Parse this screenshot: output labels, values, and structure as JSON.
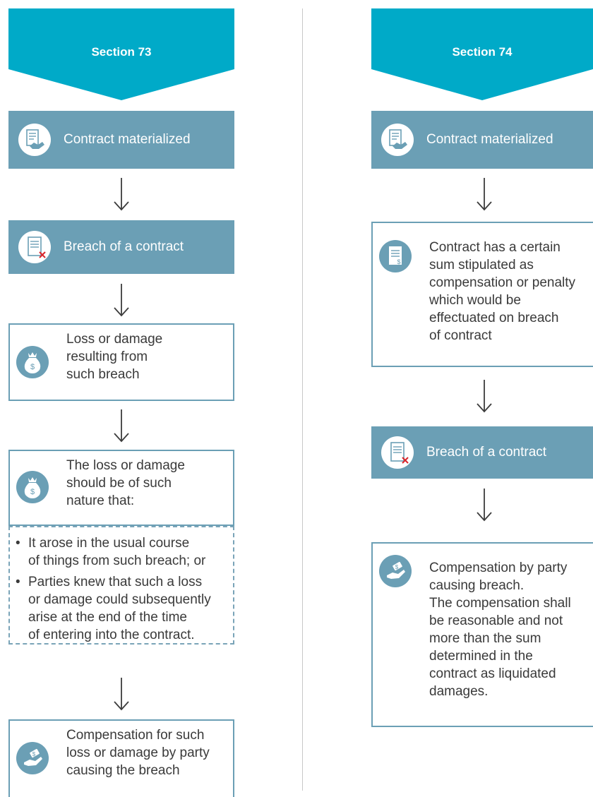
{
  "colors": {
    "chevron": "#00aac8",
    "bar": "#6b9fb5",
    "box_border": "#6b9fb5",
    "arrow": "#3c3c3c",
    "divider": "#c8c8c8"
  },
  "left": {
    "header": "Section 73",
    "steps": [
      {
        "text": "Contract materialized",
        "icon": "handshake-contract-icon"
      },
      {
        "text": "Breach of a contract",
        "icon": "document-cross-icon"
      },
      {
        "text": [
          "Loss or damage",
          "resulting from",
          "such breach"
        ],
        "icon": "money-bag-icon"
      },
      {
        "text": [
          "The loss or damage",
          "should be of such",
          "nature that:"
        ],
        "icon": "money-bag-icon"
      },
      {
        "bullets": [
          [
            "It arose in the usual course",
            "of things from such breach; or"
          ],
          [
            "Parties knew that such a loss",
            "or damage could subsequently",
            "arise at the end of the time",
            "of entering into the contract."
          ]
        ]
      },
      {
        "text": [
          "Compensation for such",
          "loss or damage by party",
          "causing the breach"
        ],
        "icon": "hand-money-icon"
      }
    ]
  },
  "right": {
    "header": "Section 74",
    "steps": [
      {
        "text": "Contract materialized",
        "icon": "handshake-contract-icon"
      },
      {
        "text": [
          "Contract has a certain",
          "sum stipulated as",
          "compensation or penalty",
          "which would be",
          "effectuated on breach",
          "of contract"
        ],
        "icon": "document-dollar-icon"
      },
      {
        "text": "Breach of a contract",
        "icon": "document-cross-icon"
      },
      {
        "text": [
          "Compensation by party",
          "causing breach.",
          "The compensation shall",
          "be reasonable and not",
          "more than the sum",
          "determined in the",
          "contract as liquidated",
          "damages."
        ],
        "icon": "hand-money-icon"
      }
    ]
  },
  "bullet_char": "•"
}
